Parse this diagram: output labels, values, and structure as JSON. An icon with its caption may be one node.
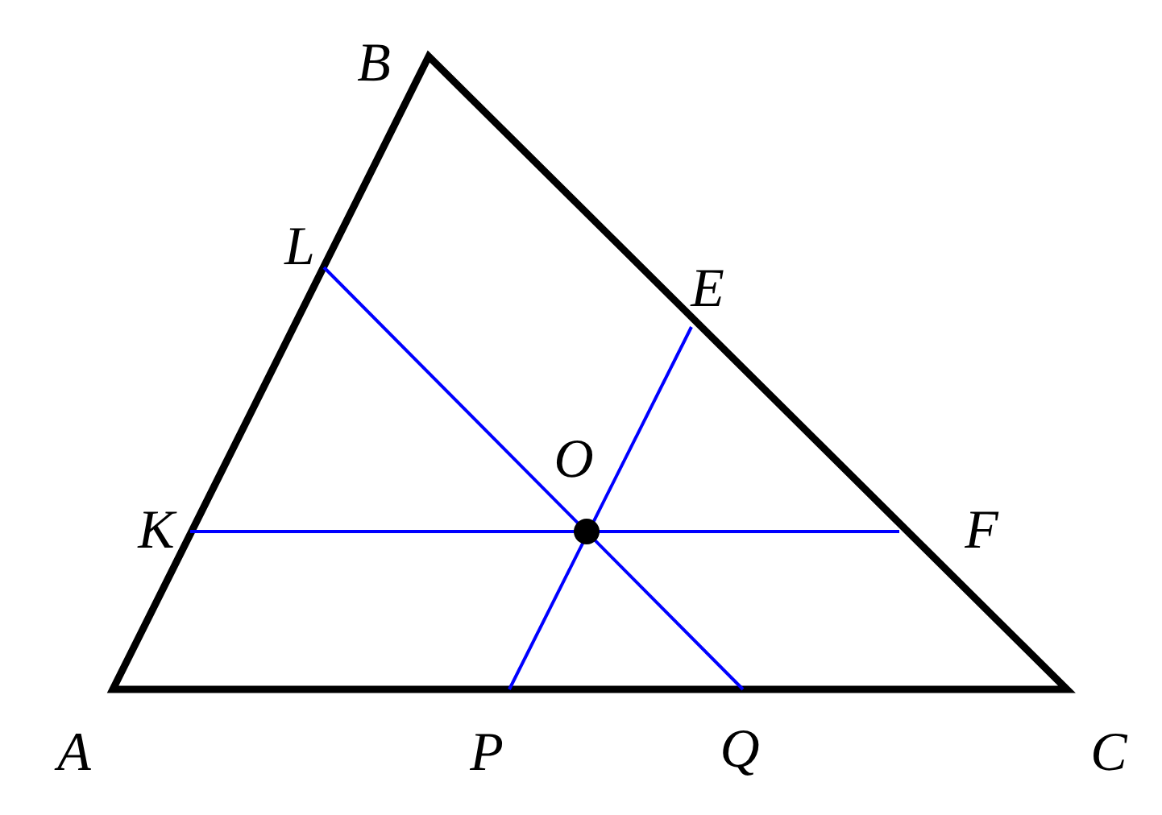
{
  "diagram": {
    "labels": [
      "B",
      "L",
      "E",
      "O",
      "K",
      "F",
      "A",
      "P",
      "Q",
      "C"
    ]
  }
}
